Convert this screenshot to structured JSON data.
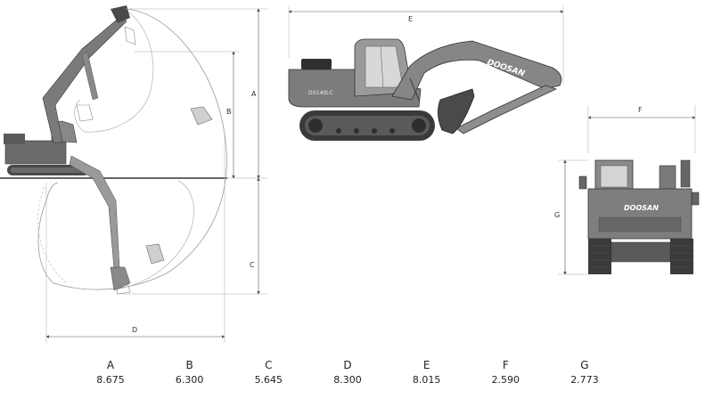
{
  "dimension_letters": {
    "A": "A",
    "B": "B",
    "C": "C",
    "D": "D",
    "E": "E",
    "F": "F",
    "G": "G"
  },
  "brand": "DOOSAN",
  "model": "DX140LC",
  "specs": [
    {
      "key": "A",
      "value": "8.675"
    },
    {
      "key": "B",
      "value": "6.300"
    },
    {
      "key": "C",
      "value": "5.645"
    },
    {
      "key": "D",
      "value": "8.300"
    },
    {
      "key": "E",
      "value": "8.015"
    },
    {
      "key": "F",
      "value": "2.590"
    },
    {
      "key": "G",
      "value": "2.773"
    }
  ]
}
